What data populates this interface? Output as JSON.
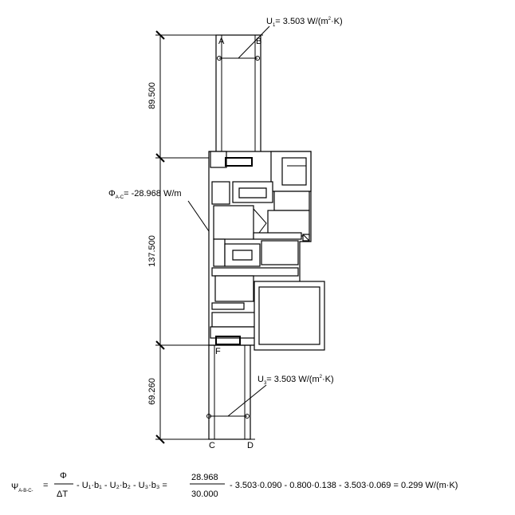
{
  "points": {
    "A": "A",
    "B": "B",
    "C": "C",
    "D": "D",
    "F": "F"
  },
  "u_top": {
    "symbol": "U",
    "sub": "1",
    "value": "= 3.503 W/(m",
    "sup": "2",
    "tail": "·K)"
  },
  "u_bottom": {
    "symbol": "U",
    "sub": "3",
    "value": "= 3.503 W/(m",
    "sup": "2",
    "tail": "·K)"
  },
  "phi": {
    "symbol": "Φ",
    "sub": "A-C",
    "value": "= -28.968 W/m"
  },
  "dimensions": {
    "top": "89.500",
    "middle": "137.500",
    "bottom": "69.260"
  },
  "equation": {
    "psi": "Ψ",
    "psi_sub": "A-B-C-",
    "eq1": "=",
    "phi_num": "Φ",
    "delta_den": "ΔT",
    "terms": "-  U₁·b₁  -  U₂·b₂  -  U₃·b₃  =",
    "num": "28.968",
    "den": "30.000",
    "rest": "-  3.503·0.090  -  0.800·0.138  -  3.503·0.069  =  0.299 W/(m·K)"
  }
}
